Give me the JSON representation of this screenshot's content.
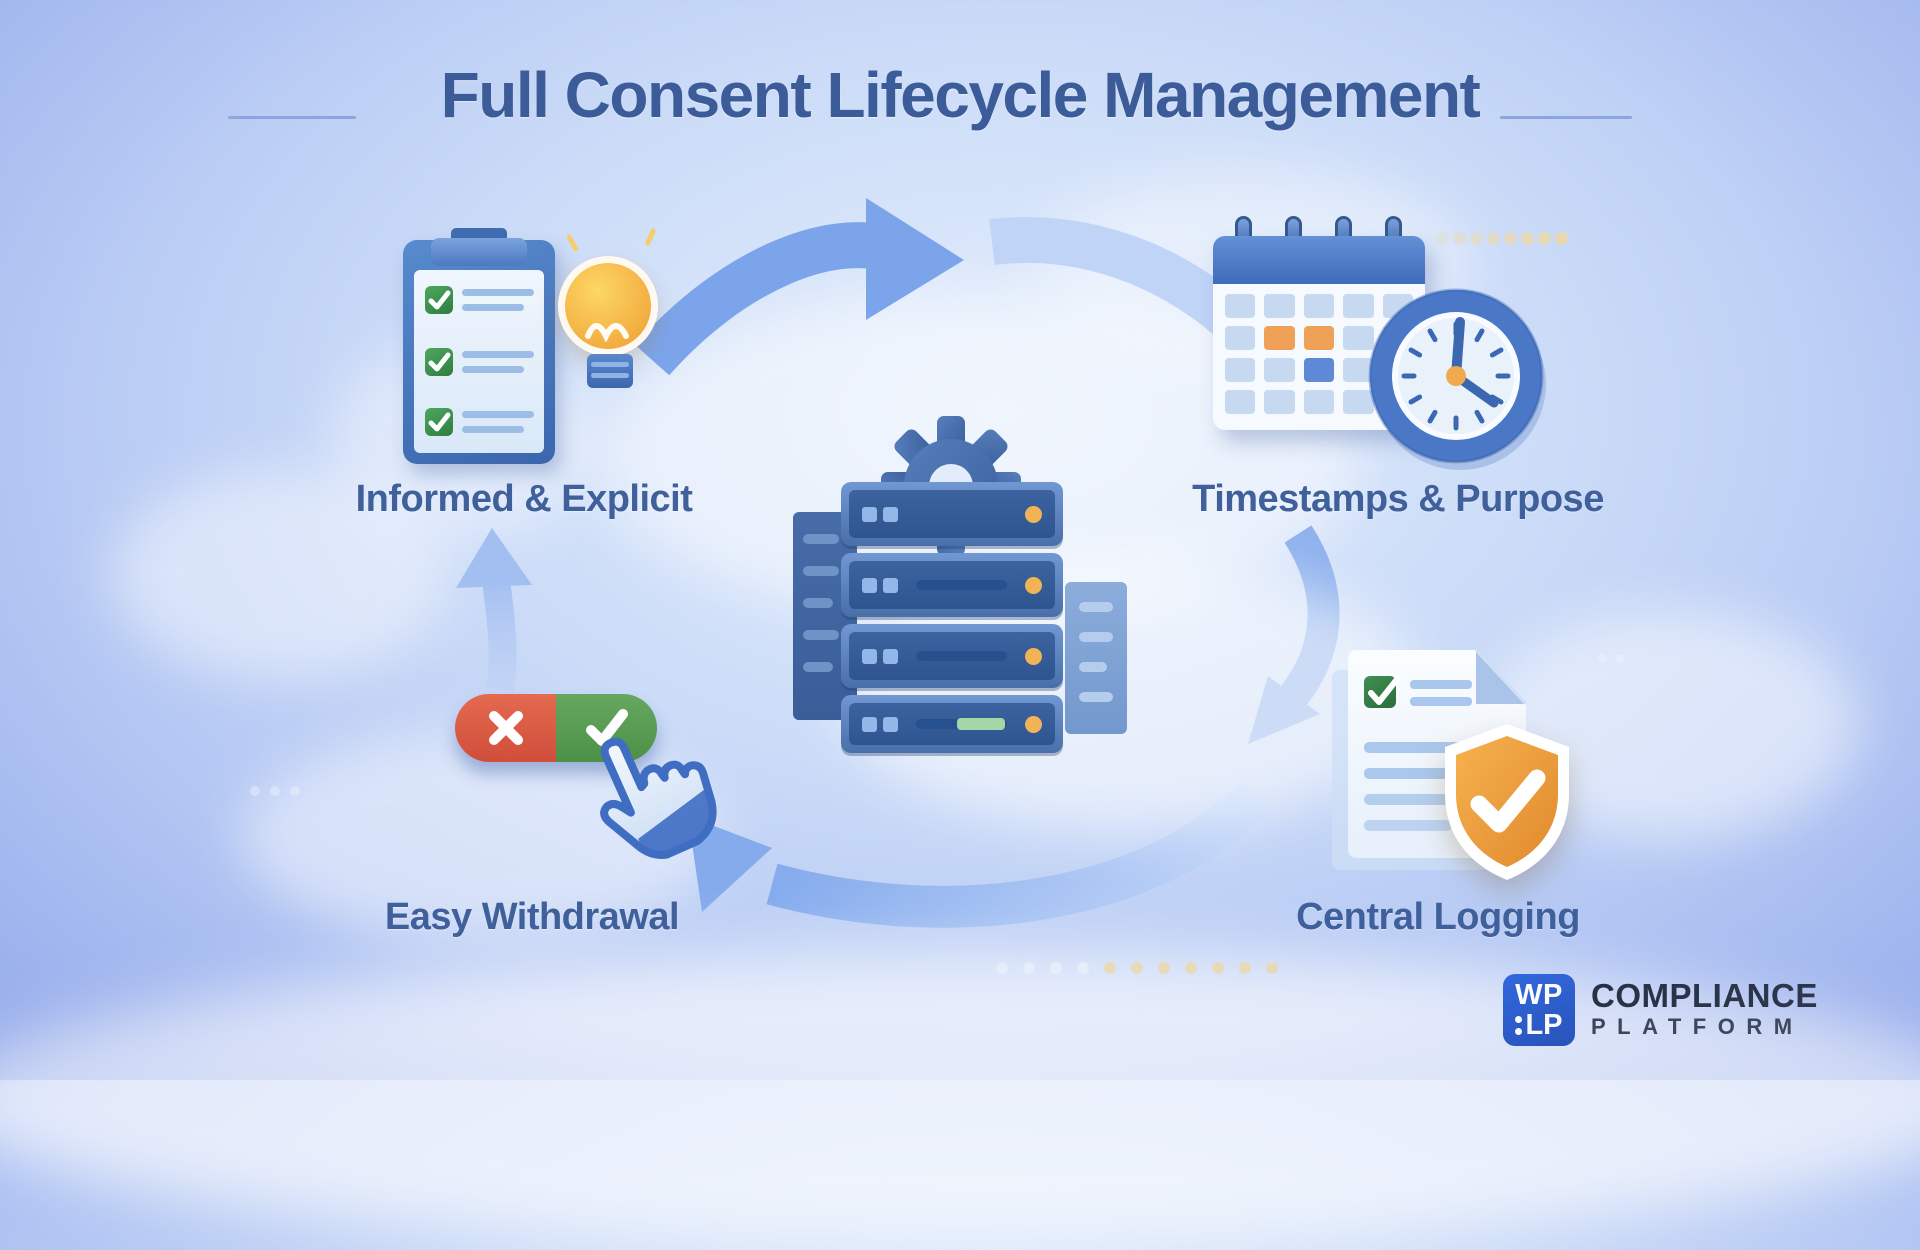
{
  "title": "Full Consent Lifecycle Management",
  "stages": [
    {
      "id": "informed-explicit",
      "label": "Informed & Explicit",
      "icon": "clipboard-checklist-lightbulb"
    },
    {
      "id": "timestamps-purpose",
      "label": "Timestamps & Purpose",
      "icon": "calendar-clock"
    },
    {
      "id": "central-logging",
      "label": "Central Logging",
      "icon": "document-shield-check"
    },
    {
      "id": "easy-withdrawal",
      "label": "Easy Withdrawal",
      "icon": "toggle-switch-hand-cursor"
    }
  ],
  "center": {
    "icon": "server-stack-gear"
  },
  "logo": {
    "badge_top": "WP",
    "badge_bottom": "LP",
    "name": "COMPLIANCE",
    "subname": "PLATFORM"
  },
  "colors": {
    "title_text": "#3c5b99",
    "label_text": "#40609c",
    "arrow_dark": "#7ca4eb",
    "arrow_light": "#c0d4f7",
    "accent_orange": "#efa257",
    "accent_green": "#3f9150",
    "accent_red": "#dd5b45",
    "logo_blue": "#2b5cd3"
  }
}
